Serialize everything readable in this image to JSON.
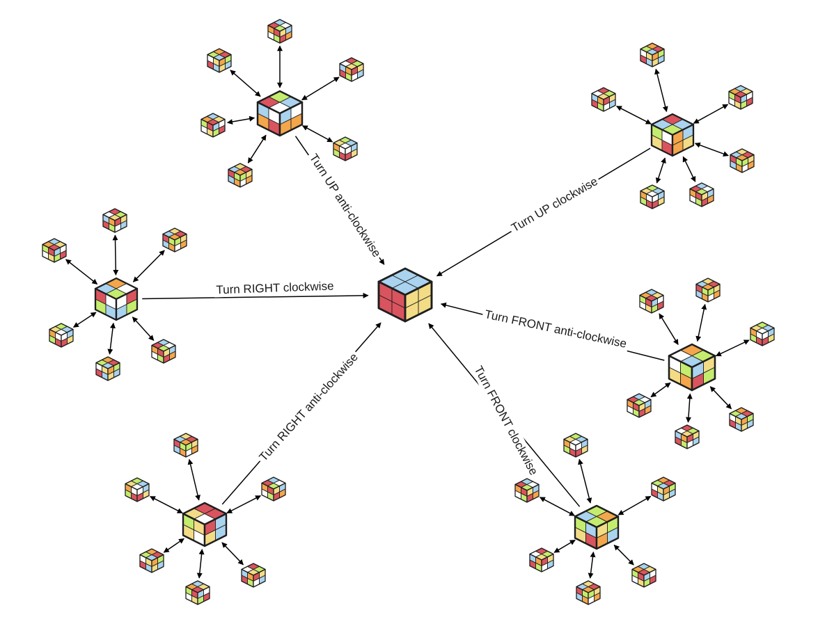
{
  "palette": {
    "R": "#d9545e",
    "B": "#a9d3ee",
    "Y": "#f3dc86",
    "O": "#f3a64b",
    "W": "#ffffff",
    "G": "#c4ec6e"
  },
  "edge_labels": {
    "up_anti": "Turn UP anti-clockwise",
    "up_cw": "Turn UP clockwise",
    "right_cw": "Turn RIGHT clockwise",
    "front_anti": "Turn FRONT anti-clockwise",
    "right_anti": "Turn RIGHT anti-clockwise",
    "front_cw": "Turn FRONT clockwise"
  },
  "center_cube": {
    "top": "BBBB",
    "front": "RRRR",
    "right": "YYYY"
  },
  "clusters": [
    {
      "key": "up_anti",
      "top": "RGWB",
      "front": "BWOR",
      "right": "BWOO"
    },
    {
      "key": "up_cw",
      "top": "BRGB",
      "front": "GWYR",
      "right": "OBOY"
    },
    {
      "key": "right_cw",
      "top": "BOGW",
      "front": "RWGB",
      "right": "WRBG"
    },
    {
      "key": "front_anti",
      "top": "WOBG",
      "front": "WGYO",
      "right": "BYRG"
    },
    {
      "key": "right_anti",
      "top": "YRWR",
      "front": "GYYW",
      "right": "RBYB"
    },
    {
      "key": "front_cw",
      "top": "BGGO",
      "front": "GBYR",
      "right": "YGOB"
    }
  ],
  "small_cube_patterns": [
    {
      "top": "RBGW",
      "front": "ORWG",
      "right": "YBRO"
    },
    {
      "top": "GOBR",
      "front": "WYRB",
      "right": "OGYB"
    },
    {
      "top": "WRYG",
      "front": "BORG",
      "right": "RYWB"
    },
    {
      "top": "OBRY",
      "front": "GRWY",
      "right": "BWGR"
    },
    {
      "top": "BYOR",
      "front": "RGBO",
      "right": "GYWO"
    },
    {
      "top": "YGWB",
      "front": "OWGR",
      "right": "WBRY"
    }
  ]
}
